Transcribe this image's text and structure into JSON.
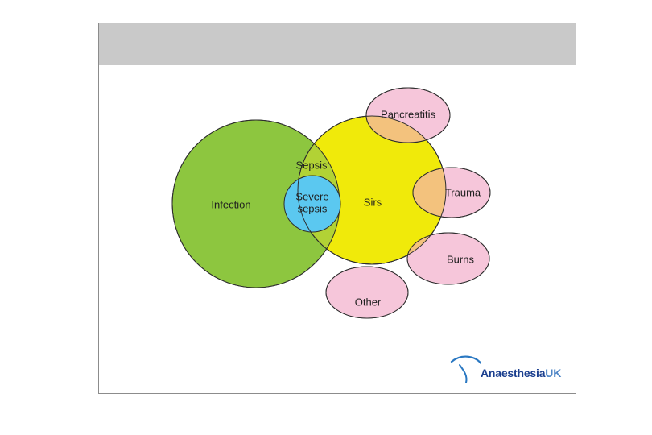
{
  "diagram": {
    "labels": {
      "infection": "Infection",
      "sepsis": "Sepsis",
      "severe_line1": "Severe",
      "severe_line2": "sepsis",
      "sirs": "Sirs",
      "pancreatitis": "Pancreatitis",
      "trauma": "Trauma",
      "burns": "Burns",
      "other": "Other"
    },
    "colors": {
      "infection": "#8dc63f",
      "sirs": "#f0ea0a",
      "overlap": "#b2d235",
      "severe": "#5bc8f0",
      "causes": "#f6c6da",
      "cause_overlap": "#f3c27d",
      "outline": "#2e2e2e"
    }
  },
  "logo": {
    "main": "Anaesthesia",
    "suffix": "UK"
  }
}
